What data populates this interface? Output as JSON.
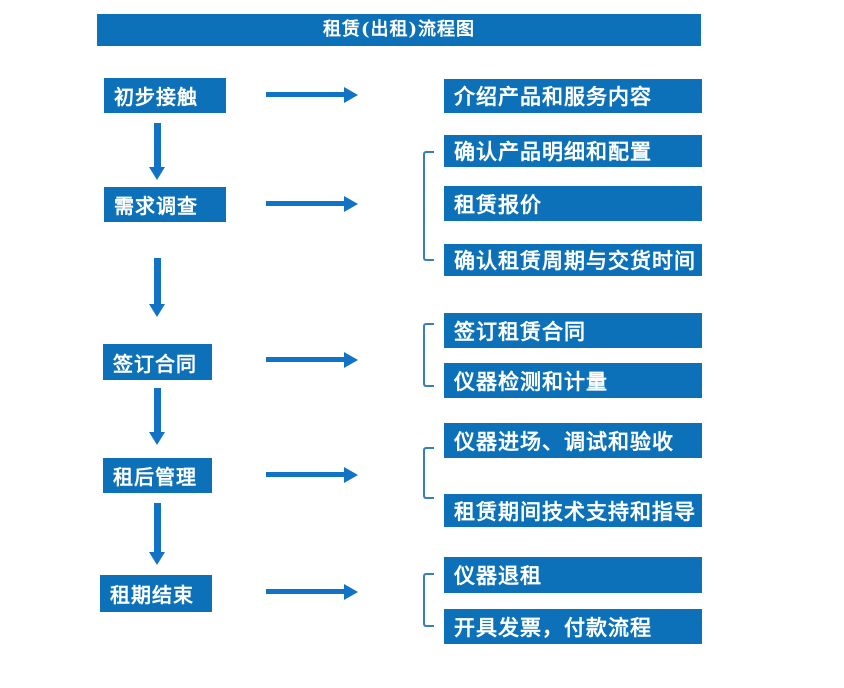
{
  "title": "租赁(出租)流程图",
  "colors": {
    "box": "#0c71b8",
    "arrow": "#1173c5",
    "bracket": "#3a7dbf",
    "text": "#ffffff",
    "bg": "#ffffff"
  },
  "stages": [
    {
      "label": "初步接触",
      "details": [
        "介绍产品和服务内容"
      ]
    },
    {
      "label": "需求调查",
      "details": [
        "确认产品明细和配置",
        "租赁报价",
        "确认租赁周期与交货时间"
      ]
    },
    {
      "label": "签订合同",
      "details": [
        "签订租赁合同",
        "仪器检测和计量"
      ]
    },
    {
      "label": "租后管理",
      "details": [
        "仪器进场、调试和验收",
        "租赁期间技术支持和指导"
      ]
    },
    {
      "label": "租期结束",
      "details": [
        "仪器退租",
        "开具发票，付款流程"
      ]
    }
  ]
}
